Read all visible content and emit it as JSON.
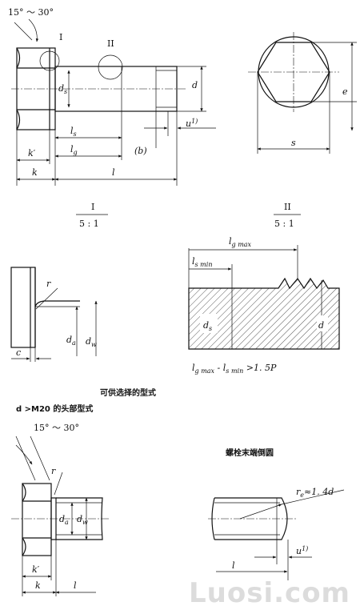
{
  "angle_top": "15° ～ 30°",
  "angle_bottom": "15° ～ 30°",
  "main": {
    "label_I": "I",
    "label_II": "II",
    "ds": "d",
    "ds_sub": "s",
    "d": "d",
    "ls": "l",
    "ls_sub": "s",
    "lg": "l",
    "lg_sub": "g",
    "b": "(b)",
    "u": "u",
    "u_sup": "1)",
    "kp": "k′",
    "k": "k",
    "l": "l"
  },
  "hex": {
    "e": "e",
    "s": "s"
  },
  "detail_I": {
    "num": "I",
    "scale": "5 : 1",
    "r": "r",
    "c": "c",
    "da": "d",
    "da_sub": "a",
    "dw": "d",
    "dw_sub": "w"
  },
  "detail_II": {
    "num": "II",
    "scale": "5 : 1",
    "lgmax": "l",
    "lgmax_sub": "g max",
    "lsmin": "l",
    "lsmin_sub": "s min",
    "ds": "d",
    "ds_sub": "s",
    "d": "d",
    "formula_a": "l",
    "formula_a_sub": "g max",
    "formula_mid": " - l",
    "formula_b_sub": "s min",
    "formula_end": " >1. 5P"
  },
  "optional_title": "可供选择的型式",
  "head_title": "d >M20 的头部型式",
  "head": {
    "r": "r",
    "da": "d",
    "da_sub": "a",
    "dw": "d",
    "dw_sub": "w",
    "kp": "k′",
    "k": "k",
    "l": "l"
  },
  "end_title": "螺栓末端倒圆",
  "end": {
    "re": "r",
    "re_sub": "e",
    "re_val": "≈1. 4d",
    "u": "u",
    "u_sup": "1)",
    "l": "l"
  },
  "watermark": "Luosi.com"
}
